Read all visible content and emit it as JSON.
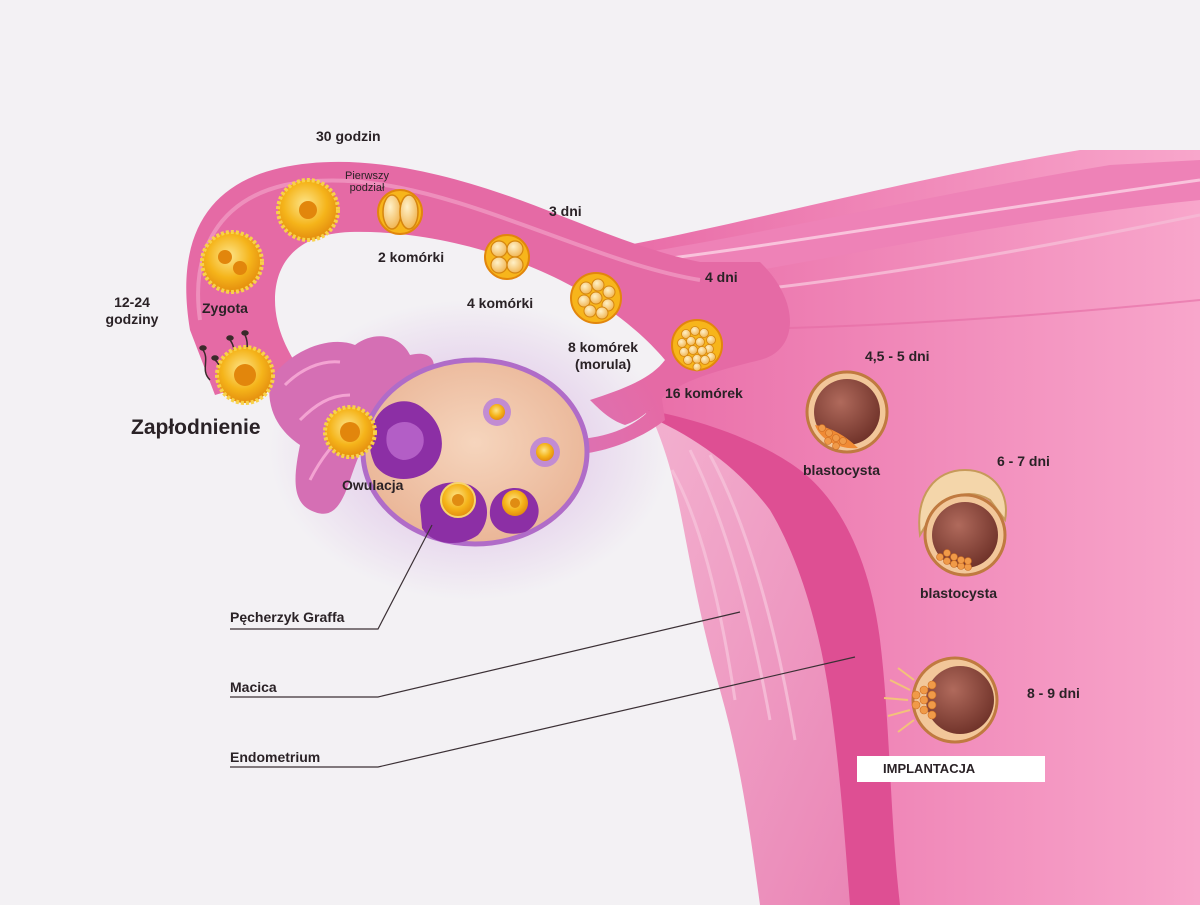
{
  "labels": {
    "fertilization": "Zapłodnienie",
    "hours_12_24_line1": "12-24",
    "hours_12_24_line2": "godziny",
    "zygote": "Zygota",
    "hours_30": "30 godzin",
    "first_division_line1": "Pierwszy",
    "first_division_line2": "podział",
    "cells_2": "2 komórki",
    "days_3": "3 dni",
    "cells_4": "4 komórki",
    "cells_8_line1": "8 komórek",
    "cells_8_line2": "(morula)",
    "days_4": "4 dni",
    "cells_16": "16 komórek",
    "days_4_5_5": "4,5 - 5 dni",
    "blastocyst_1": "blastocysta",
    "days_6_7": "6 - 7 dni",
    "blastocyst_2": "blastocysta",
    "days_8_9": "8 - 9 dni",
    "implantation": "IMPLANTACJA",
    "ovulation": "Owulacja",
    "graafian_follicle": "Pęcherzyk Graffa",
    "uterus": "Macica",
    "endometrium": "Endometrium"
  },
  "colors": {
    "background": "#f3f1f4",
    "tube": "#e2649e",
    "uterus": "#f07fb4",
    "endometrium": "#e04d93",
    "ovary": "#f1c6ab",
    "egg_yellow": "#f7b51b",
    "follicle_purple": "#8c2fa5",
    "blastocyst_brown": "#8b4a3f"
  }
}
